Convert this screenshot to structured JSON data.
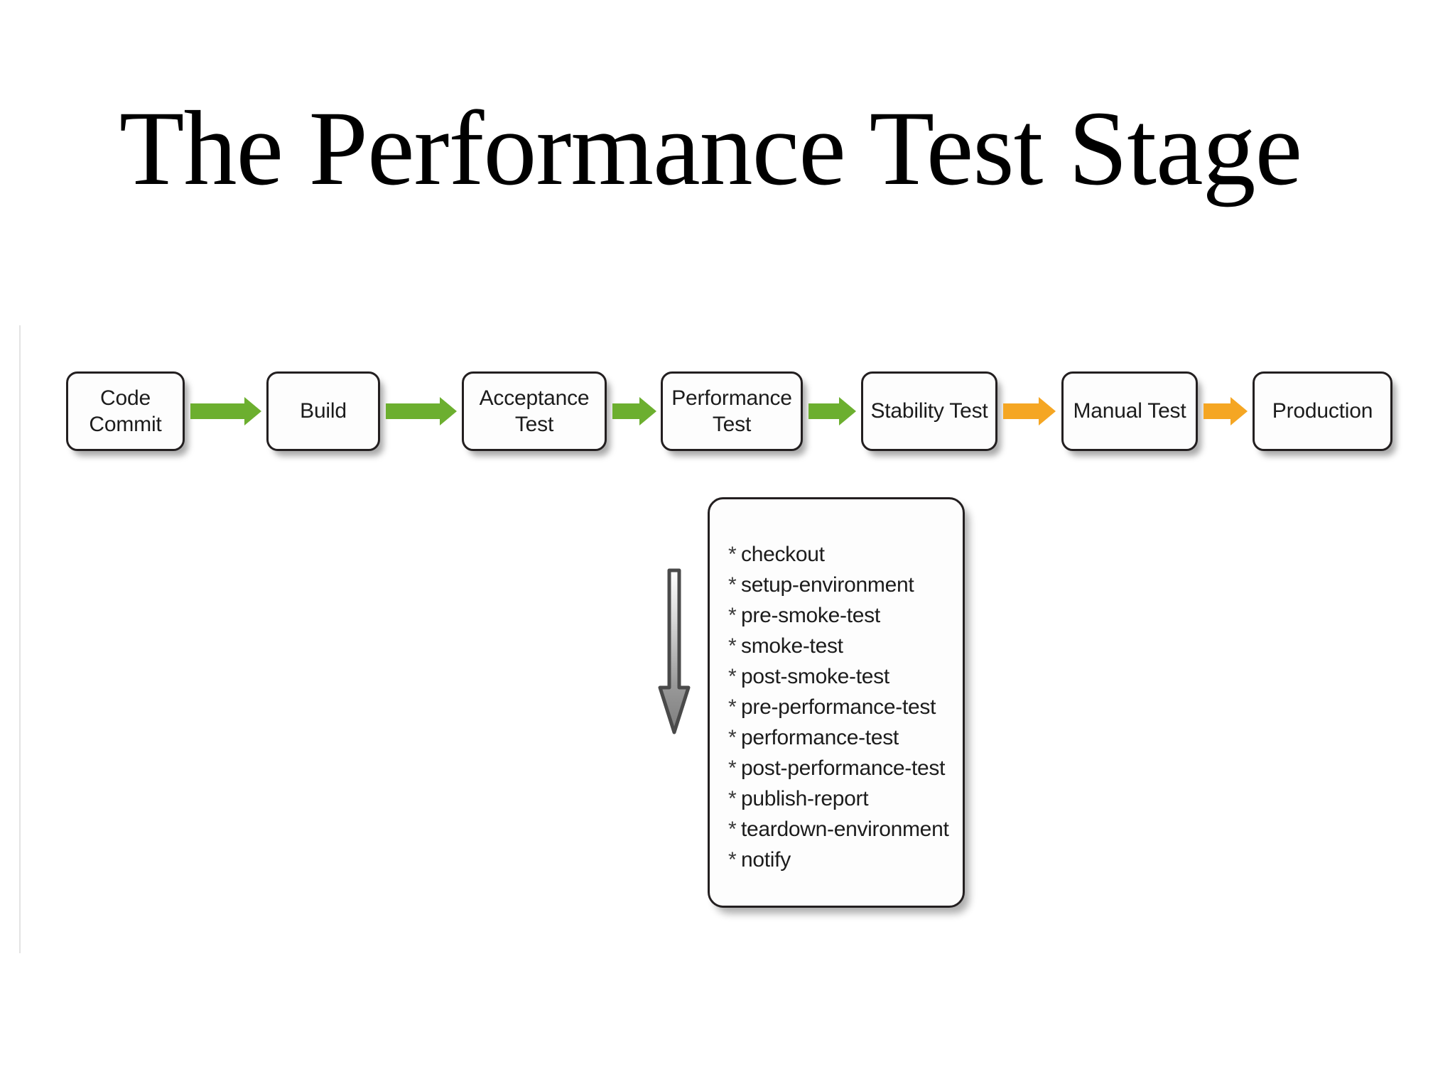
{
  "slide": {
    "title": "The Performance Test Stage",
    "background_color": "#ffffff"
  },
  "colors": {
    "arrow_green": "#6CAF2F",
    "arrow_orange": "#F5A623",
    "box_border": "#231f20",
    "box_fill": "#fdfdfd",
    "text": "#1c1c1c",
    "rule": "#e3e3e3",
    "grey_arrow_fill_top": "#ffffff",
    "grey_arrow_fill_bottom": "#808080",
    "grey_arrow_stroke": "#4a4a4a"
  },
  "pipeline": {
    "stages": [
      {
        "label": "Code\nCommit",
        "name": "code-commit"
      },
      {
        "label": "Build",
        "name": "build"
      },
      {
        "label": "Acceptance\nTest",
        "name": "acceptance-test"
      },
      {
        "label": "Performance\nTest",
        "name": "performance-test"
      },
      {
        "label": "Stability Test",
        "name": "stability-test"
      },
      {
        "label": "Manual Test",
        "name": "manual-test"
      },
      {
        "label": "Production",
        "name": "production"
      }
    ],
    "connectors": [
      {
        "from": "Code Commit",
        "to": "Build",
        "color": "#6CAF2F"
      },
      {
        "from": "Build",
        "to": "Acceptance Test",
        "color": "#6CAF2F"
      },
      {
        "from": "Acceptance Test",
        "to": "Performance Test",
        "color": "#6CAF2F"
      },
      {
        "from": "Performance Test",
        "to": "Stability Test",
        "color": "#6CAF2F"
      },
      {
        "from": "Stability Test",
        "to": "Manual Test",
        "color": "#F5A623"
      },
      {
        "from": "Manual Test",
        "to": "Production",
        "color": "#F5A623"
      }
    ]
  },
  "detail_panel": {
    "belongs_to": "Performance Test",
    "bullet": "*",
    "tasks": [
      "checkout",
      "setup-environment",
      "pre-smoke-test",
      "smoke-test",
      "post-smoke-test",
      "pre-performance-test",
      "performance-test",
      "post-performance-test",
      "publish-report",
      "teardown-environment",
      "notify"
    ]
  }
}
